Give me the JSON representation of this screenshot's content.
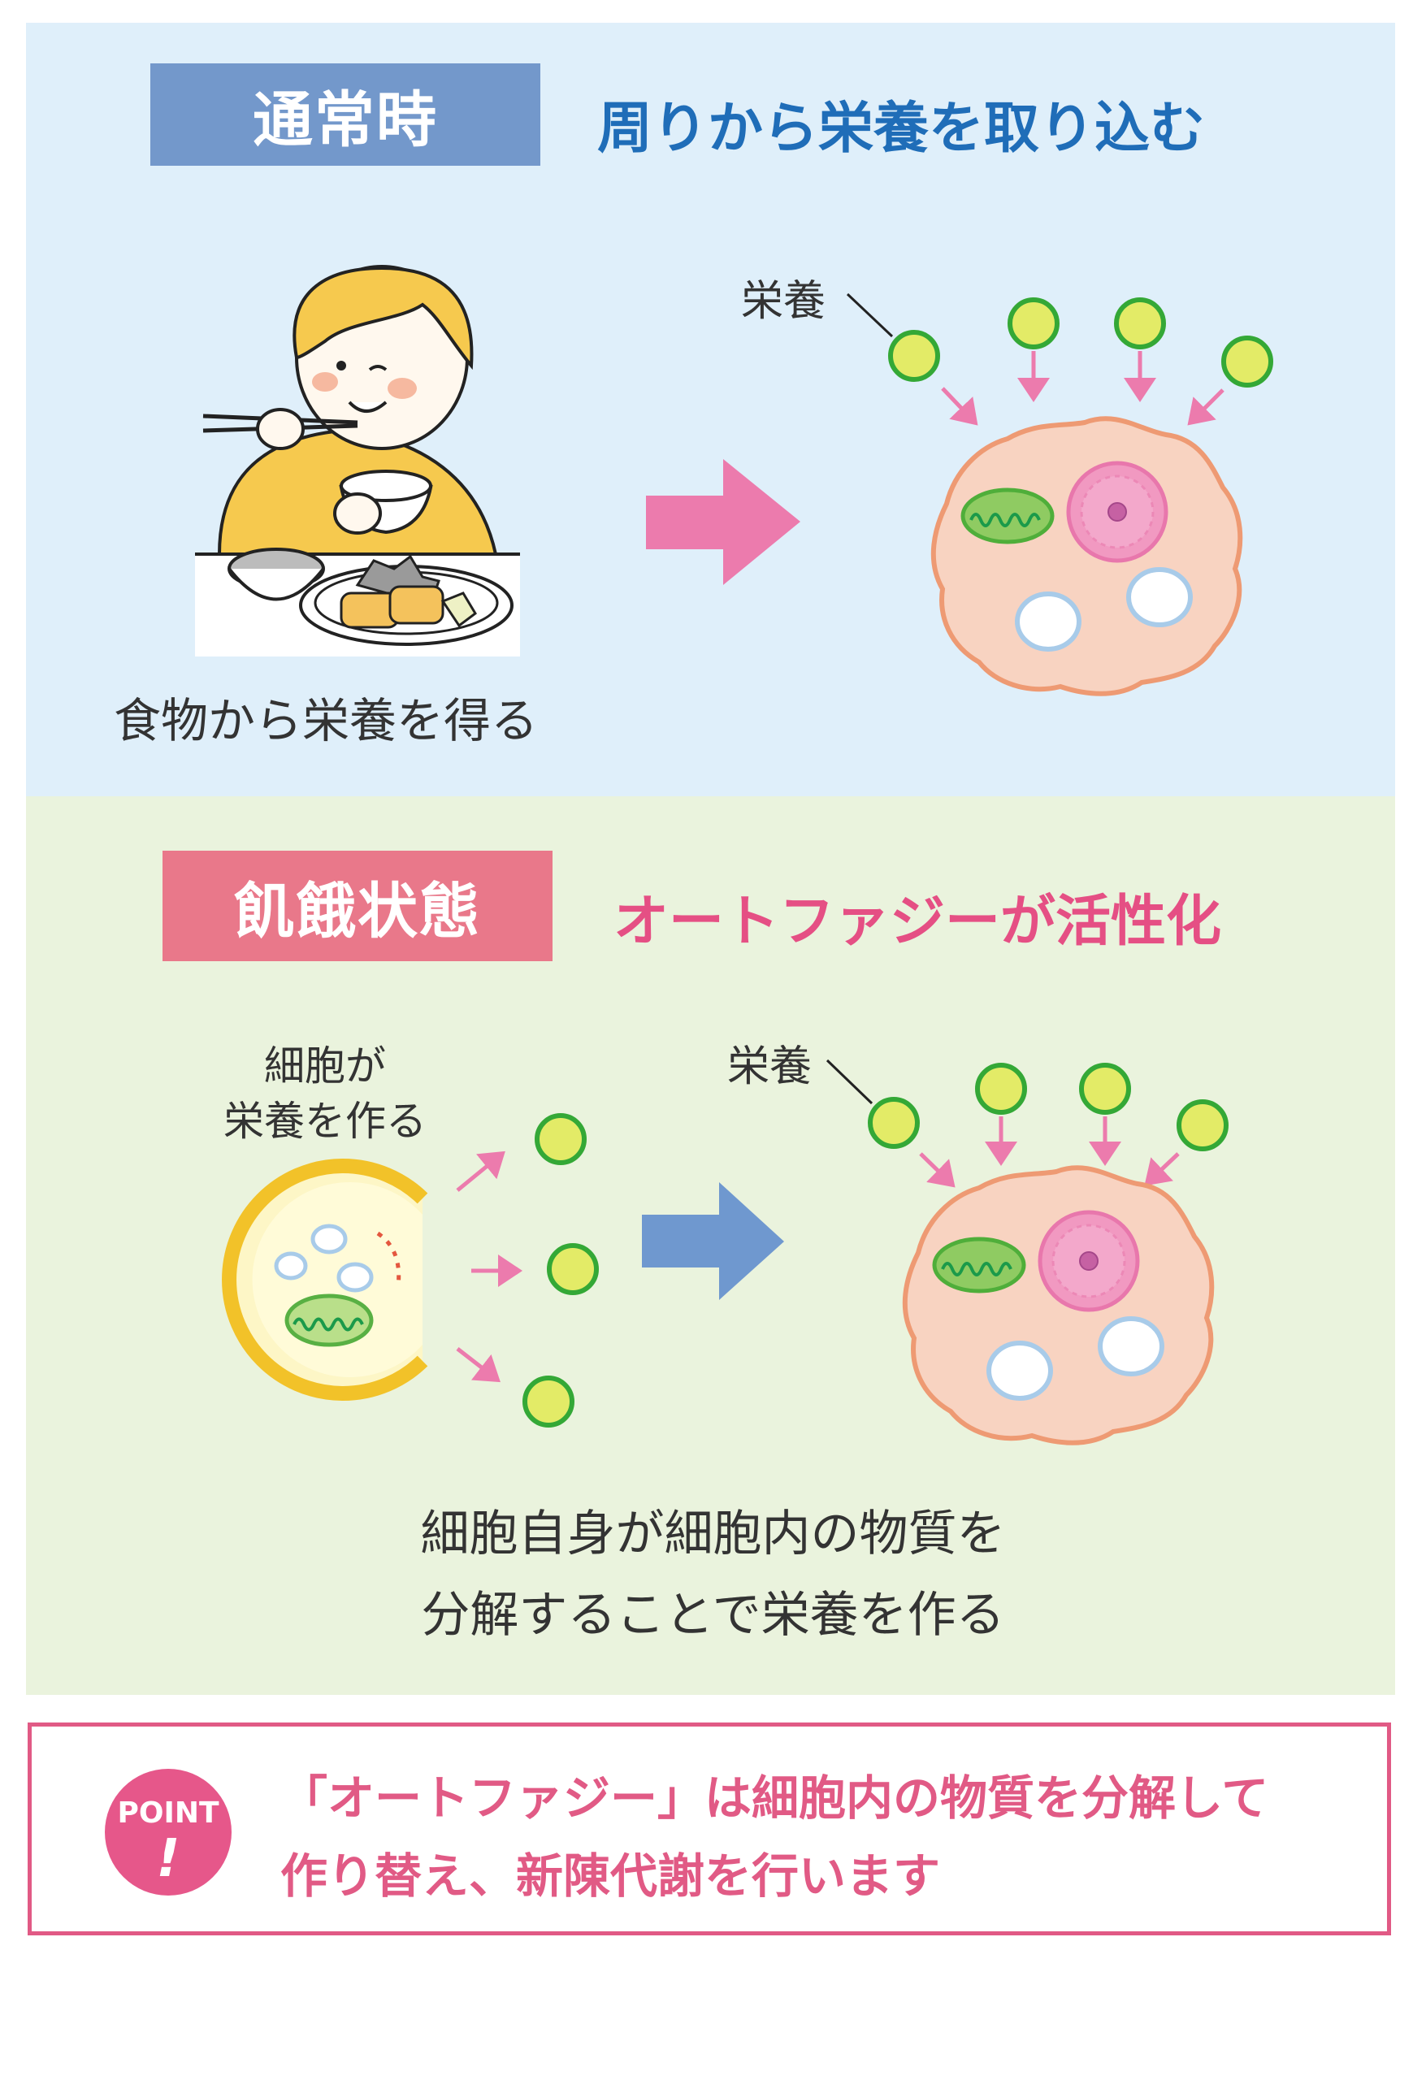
{
  "normal": {
    "label": "通常時",
    "heading": "周りから栄養を取り込む",
    "food_caption": "食物から栄養を得る",
    "nutrient_label": "栄養"
  },
  "starvation": {
    "label": "飢餓状態",
    "heading": "オートファジーが活性化",
    "cell_makes_line1": "細胞が",
    "cell_makes_line2": "栄養を作る",
    "nutrient_label": "栄養",
    "description_line1": "細胞自身が細胞内の物質を",
    "description_line2": "分解することで栄養を作る"
  },
  "point": {
    "badge_word": "POINT",
    "badge_mark": "!",
    "text_line1": "「オートファジー」は細胞内の物質を分解して",
    "text_line2": "作り替え、新陳代謝を行います"
  },
  "colors": {
    "normal_bg": "#dfeffa",
    "starvation_bg": "#eaf3dd",
    "normal_label_bg": "#7398cb",
    "starvation_label_bg": "#e9788a",
    "normal_heading": "#1f6db8",
    "starvation_heading": "#e54f84",
    "point_accent": "#e15a85",
    "nutrient_fill": "#e3eb67",
    "nutrient_stroke": "#34a836",
    "cell_fill": "#f8d3c1",
    "cell_stroke": "#ee9a73",
    "arrow_pink": "#ec7bad",
    "arrow_blue": "#6f98cf"
  },
  "icons": [
    "person-eating-icon",
    "cell-icon",
    "autophagosome-icon",
    "nutrient-particle-icon",
    "arrow-icon",
    "exclamation-icon"
  ]
}
